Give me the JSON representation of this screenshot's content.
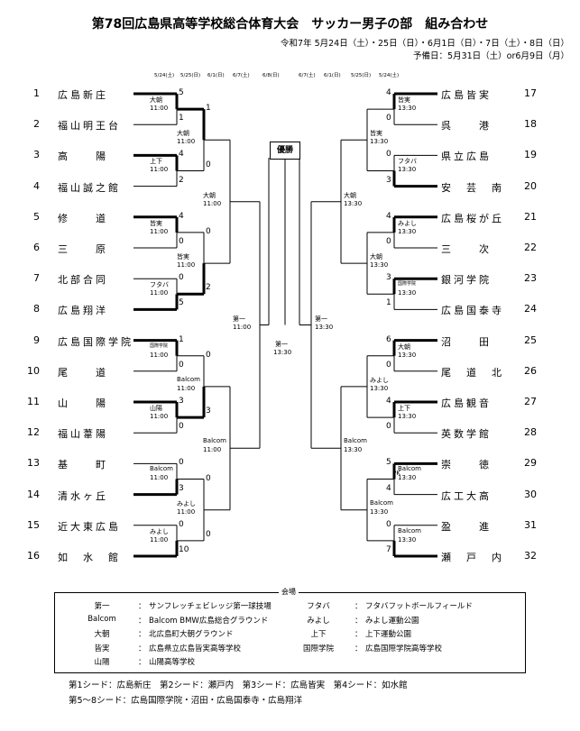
{
  "title": "第78回広島県高等学校総合体育大会　サッカー男子の部　組み合わせ",
  "dates_line": "令和7年 5月24日（土）・25日（日）・6月1日（日）・7日（土）・8日（日）",
  "reserve_line": "予備日：5月31日（土）or6月9日（月）",
  "round_dates_left": [
    "5/24(土)",
    "5/25(日)",
    "6/1(日)",
    "6/7(土)",
    "6/8(日)"
  ],
  "round_dates_right": [
    "6/7(土)",
    "6/1(日)",
    "5/25(日)",
    "5/24(土)"
  ],
  "left_teams": [
    {
      "num": "1",
      "name": "広島新庄"
    },
    {
      "num": "2",
      "name": "福山明王台"
    },
    {
      "num": "3",
      "name": "高　　陽"
    },
    {
      "num": "4",
      "name": "福山誠之館"
    },
    {
      "num": "5",
      "name": "修　　道"
    },
    {
      "num": "6",
      "name": "三　　原"
    },
    {
      "num": "7",
      "name": "北部合同"
    },
    {
      "num": "8",
      "name": "広島翔洋"
    },
    {
      "num": "9",
      "name": "広島国際学院"
    },
    {
      "num": "10",
      "name": "尾　　道"
    },
    {
      "num": "11",
      "name": "山　　陽"
    },
    {
      "num": "12",
      "name": "福山葦陽"
    },
    {
      "num": "13",
      "name": "基　　町"
    },
    {
      "num": "14",
      "name": "清水ヶ丘"
    },
    {
      "num": "15",
      "name": "近大東広島"
    },
    {
      "num": "16",
      "name": "如　水　館"
    }
  ],
  "right_teams": [
    {
      "num": "17",
      "name": "広島皆実"
    },
    {
      "num": "18",
      "name": "呉　　港"
    },
    {
      "num": "19",
      "name": "県立広島"
    },
    {
      "num": "20",
      "name": "安　芸　南"
    },
    {
      "num": "21",
      "name": "広島桜が丘"
    },
    {
      "num": "22",
      "name": "三　　次"
    },
    {
      "num": "23",
      "name": "銀河学院"
    },
    {
      "num": "24",
      "name": "広島国泰寺"
    },
    {
      "num": "25",
      "name": "沼　　田"
    },
    {
      "num": "26",
      "name": "尾　道　北"
    },
    {
      "num": "27",
      "name": "広島観音"
    },
    {
      "num": "28",
      "name": "英数学館"
    },
    {
      "num": "29",
      "name": "崇　　徳"
    },
    {
      "num": "30",
      "name": "広工大高"
    },
    {
      "num": "31",
      "name": "盈　　進"
    },
    {
      "num": "32",
      "name": "瀬　戸　内"
    }
  ],
  "left_r1_scores": [
    "5",
    "1",
    "4",
    "2",
    "4",
    "0",
    "0",
    "5",
    "1",
    "0",
    "3",
    "0",
    "0",
    "3",
    "0",
    "10"
  ],
  "right_r1_scores": [
    "4",
    "0",
    "0",
    "3",
    "4",
    "0",
    "3",
    "1",
    "6",
    "0",
    "4",
    "0",
    "5",
    "4",
    "0",
    "7"
  ],
  "right_pk_label": "PK",
  "left_r1_matches": [
    {
      "venue": "大朝",
      "time": "11:00"
    },
    {
      "venue": "上下",
      "time": "11:00"
    },
    {
      "venue": "皆実",
      "time": "11:00"
    },
    {
      "venue": "フタバ",
      "time": "11:00"
    },
    {
      "venue": "国際学院",
      "time": "11:00"
    },
    {
      "venue": "山陽",
      "time": "11:00"
    },
    {
      "venue": "Balcom",
      "time": "11:00"
    },
    {
      "venue": "みよし",
      "time": "11:00"
    }
  ],
  "right_r1_matches": [
    {
      "venue": "皆実",
      "time": "13:30"
    },
    {
      "venue": "フタバ",
      "time": "13:30"
    },
    {
      "venue": "みよし",
      "time": "13:30"
    },
    {
      "venue": "国際学院",
      "time": "13:30"
    },
    {
      "venue": "大朝",
      "time": "13:30"
    },
    {
      "venue": "上下",
      "time": "13:30"
    },
    {
      "venue": "Balcom",
      "time": "13:30"
    },
    {
      "venue": "Balcom",
      "time": "13:30"
    }
  ],
  "left_r2_scores": [
    "1",
    "0",
    "0",
    "2",
    "0",
    "3",
    "0",
    "0"
  ],
  "left_r2_matches": [
    {
      "venue": "大朝",
      "time": "11:00"
    },
    {
      "venue": "皆実",
      "time": "11:00"
    },
    {
      "venue": "Balcom",
      "time": "11:00"
    },
    {
      "venue": "みよし",
      "time": "11:00"
    }
  ],
  "right_r2_matches": [
    {
      "venue": "皆実",
      "time": "13:30"
    },
    {
      "venue": "大朝",
      "time": "13:30"
    },
    {
      "venue": "みよし",
      "time": "13:30"
    },
    {
      "venue": "Balcom",
      "time": "13:30"
    }
  ],
  "left_r3_matches": [
    {
      "venue": "大朝",
      "time": "11:00"
    },
    {
      "venue": "Balcom",
      "time": "11:00"
    }
  ],
  "right_r3_matches": [
    {
      "venue": "大朝",
      "time": "13:30"
    },
    {
      "venue": "Balcom",
      "time": "13:30"
    }
  ],
  "left_semi": {
    "venue": "第一",
    "time": "11:00"
  },
  "right_semi": {
    "venue": "第一",
    "time": "13:30"
  },
  "final": {
    "venue": "第一",
    "time": "13:30"
  },
  "champion_label": "優勝",
  "legend_title": "会場",
  "legend_left": [
    {
      "abbr": "第一",
      "name": "サンフレッチェビレッジ第一球技場"
    },
    {
      "abbr": "Balcom",
      "name": "Balcom BMW広島総合グラウンド"
    },
    {
      "abbr": "大朝",
      "name": "北広島町大朝グラウンド"
    },
    {
      "abbr": "皆実",
      "name": "広島県立広島皆実高等学校"
    },
    {
      "abbr": "山陽",
      "name": "山陽高等学校"
    }
  ],
  "legend_right": [
    {
      "abbr": "フタバ",
      "name": "フタバフットボールフィールド"
    },
    {
      "abbr": "みよし",
      "name": "みよし運動公園"
    },
    {
      "abbr": "上下",
      "name": "上下運動公園"
    },
    {
      "abbr": "国際学院",
      "name": "広島国際学院高等学校"
    }
  ],
  "legend_colon": "：",
  "seeds_line1": "第1シード：広島新庄　第2シード：瀬戸内　第3シード：広島皆実　第4シード：如水館",
  "seeds_line2": "第5～8シード：広島国際学院・沼田・広島国泰寺・広島翔洋"
}
